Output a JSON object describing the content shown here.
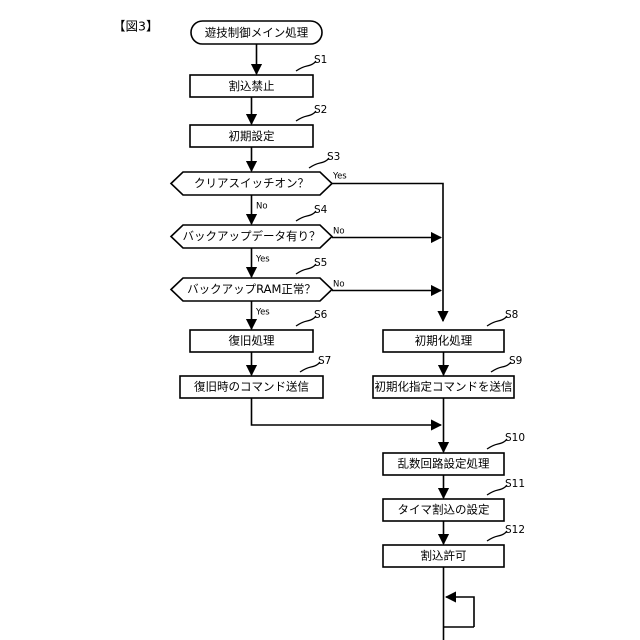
{
  "figure": {
    "title": "【図3】",
    "start_node": {
      "label": "遊技制御メイン処理"
    }
  },
  "nodes": [
    {
      "id": "S1",
      "step": "S1",
      "label": "割込禁止",
      "type": "process"
    },
    {
      "id": "S2",
      "step": "S2",
      "label": "初期設定",
      "type": "process"
    },
    {
      "id": "S3",
      "step": "S3",
      "label": "クリアスイッチオン？",
      "type": "decision"
    },
    {
      "id": "S4",
      "step": "S4",
      "label": "バックアップデータ有り？",
      "type": "decision"
    },
    {
      "id": "S5",
      "step": "S5",
      "label": "バックアップRAM正常？",
      "type": "decision"
    },
    {
      "id": "S6",
      "step": "S6",
      "label": "復旧処理",
      "type": "process"
    },
    {
      "id": "S7",
      "step": "S7",
      "label": "復旧時のコマンド送信",
      "type": "process"
    },
    {
      "id": "S8",
      "step": "S8",
      "label": "初期化処理",
      "type": "process"
    },
    {
      "id": "S9",
      "step": "S9",
      "label": "初期化指定コマンドを送信",
      "type": "process"
    },
    {
      "id": "S10",
      "step": "S10",
      "label": "乱数回路設定処理",
      "type": "process"
    },
    {
      "id": "S11",
      "step": "S11",
      "label": "タイマ割込の設定",
      "type": "process"
    },
    {
      "id": "S12",
      "step": "S12",
      "label": "割込許可",
      "type": "process"
    }
  ],
  "branches": [
    {
      "from": "S3",
      "label": "Yes",
      "side": "right"
    },
    {
      "from": "S3",
      "label": "No",
      "side": "down"
    },
    {
      "from": "S4",
      "label": "No",
      "side": "right"
    },
    {
      "from": "S4",
      "label": "Yes",
      "side": "down"
    },
    {
      "from": "S5",
      "label": "No",
      "side": "right"
    },
    {
      "from": "S5",
      "label": "Yes",
      "side": "down"
    }
  ],
  "colors": {
    "stroke": "#000000",
    "fill": "#ffffff",
    "background": "#ffffff"
  }
}
